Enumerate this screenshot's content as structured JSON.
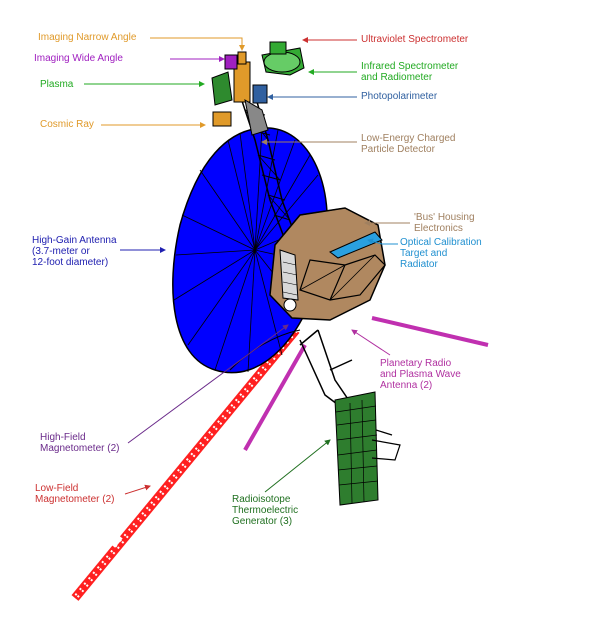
{
  "labels": {
    "imaging_narrow": "Imaging Narrow Angle",
    "imaging_wide": "Imaging Wide Angle",
    "plasma": "Plasma",
    "cosmic_ray": "Cosmic Ray",
    "high_gain": "High-Gain Antenna\n(3.7-meter or\n12-foot diameter)",
    "uv_spectrometer": "Ultraviolet Spectrometer",
    "ir_spectrometer": "Infrared Spectrometer\nand Radiometer",
    "photopolarimeter": "Photopolarimeter",
    "low_energy": "Low-Energy Charged\nParticle Detector",
    "bus_housing": "'Bus' Housing\nElectronics",
    "optical_cal": "Optical Calibration\nTarget and\nRadiator",
    "planetary_radio": "Planetary Radio\nand Plasma Wave\nAntenna (2)",
    "high_field": "High-Field\nMagnetometer (2)",
    "low_field": "Low-Field\nMagnetometer (2)",
    "rtg": "Radioisotope\nThermoelectric\nGenerator (3)"
  },
  "colors": {
    "orange": "#e09a2a",
    "purple": "#a020c0",
    "green": "#22aa22",
    "red": "#cc3030",
    "blue": "#2020b0",
    "steel_blue": "#3060a0",
    "tan": "#a08060",
    "cyan": "#2090d0",
    "magenta": "#b030a0",
    "dark_green": "#207020",
    "dish": "#0000ff",
    "bus": "#b08860",
    "rtg": "#2e7d2e",
    "boom_red": "#ff2020"
  }
}
